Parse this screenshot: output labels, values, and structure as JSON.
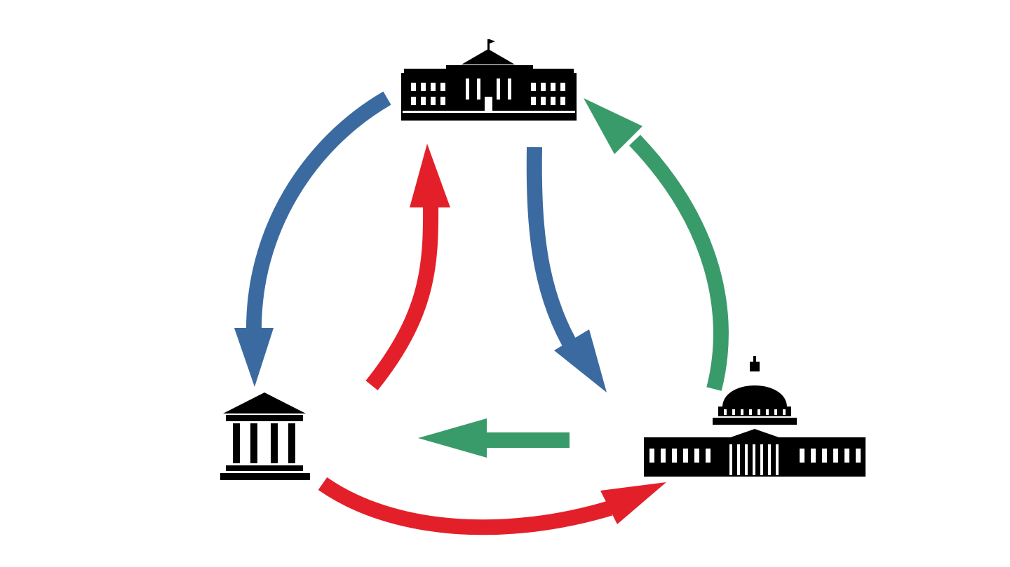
{
  "diagram": {
    "type": "checks-and-balances-cycle",
    "nodes": [
      {
        "id": "executive",
        "icon": "white-house-icon"
      },
      {
        "id": "judicial",
        "icon": "courthouse-icon"
      },
      {
        "id": "legislative",
        "icon": "capitol-icon"
      }
    ],
    "arrows": [
      {
        "from": "executive",
        "to": "judicial",
        "color": "#3b6aa0"
      },
      {
        "from": "executive",
        "to": "center-right",
        "color": "#3b6aa0"
      },
      {
        "from": "legislative",
        "to": "executive",
        "color": "#3a9b6a"
      },
      {
        "from": "legislative",
        "to": "center-left",
        "color": "#3a9b6a"
      },
      {
        "from": "center-left",
        "to": "executive",
        "color": "#e3202a"
      },
      {
        "from": "judicial",
        "to": "legislative",
        "color": "#e3202a"
      }
    ],
    "colors": {
      "blue": "#3b6aa0",
      "green": "#3a9b6a",
      "red": "#e3202a",
      "icon": "#000000",
      "background": "#ffffff"
    }
  }
}
